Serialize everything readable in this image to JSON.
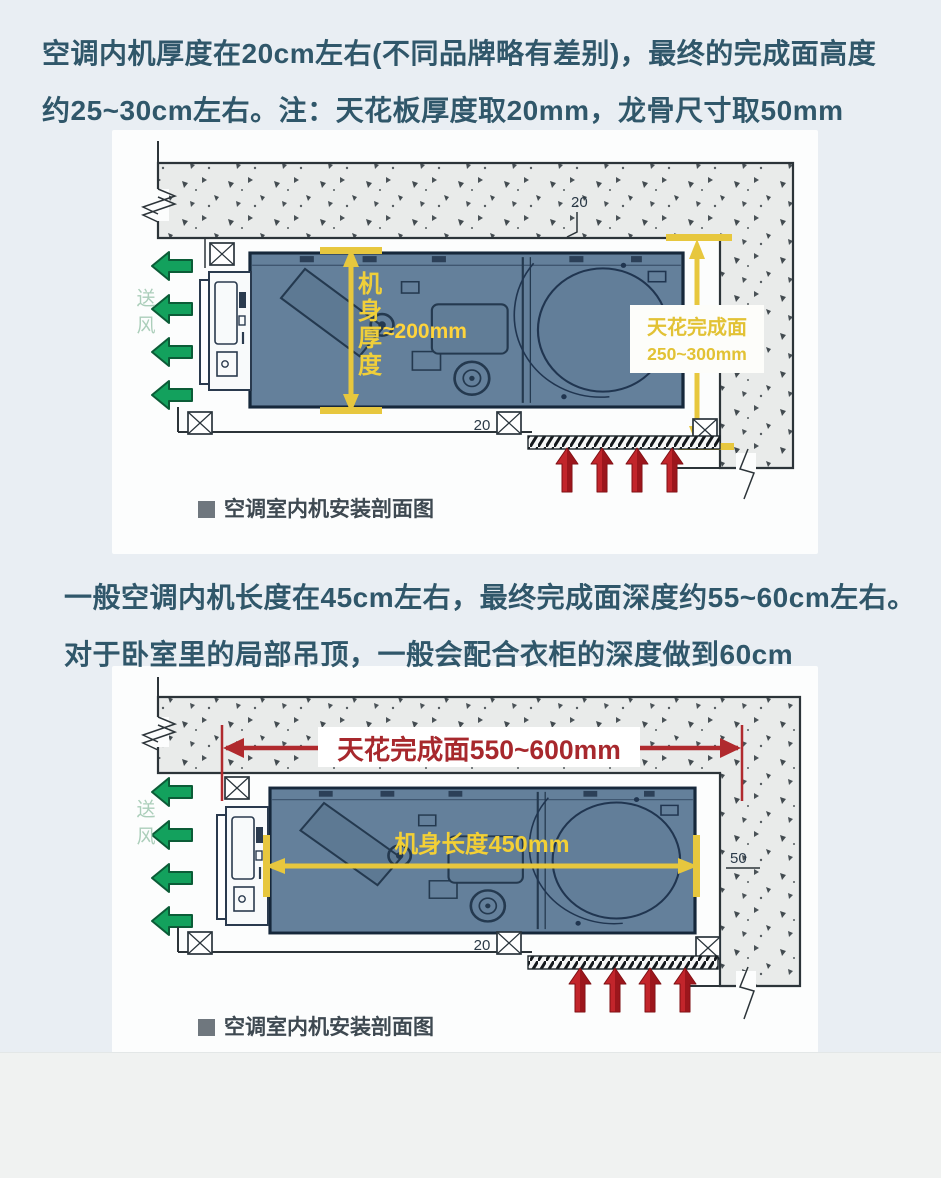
{
  "header": {
    "line1": "空调内机厚度在20cm左右(不同品牌略有差别)，最终的完成面高度",
    "line2": "约25~30cm左右。注：天花板厚度取20mm，龙骨尺寸取50mm"
  },
  "section2": {
    "line1": "一般空调内机长度在45cm左右，最终完成面深度约55~60cm左右。",
    "line2": "对于卧室里的局部吊顶，一般会配合衣柜的深度做到60cm"
  },
  "diagram1": {
    "supply_air": "送风",
    "slab_thickness": "20",
    "body_dim_label": "机身厚度",
    "body_dim_value": "≈200mm",
    "ceiling_box_title": "天花完成面",
    "ceiling_box_range": "250~300mm",
    "keel_thickness": "20",
    "caption": "空调室内机安装剖面图"
  },
  "diagram2": {
    "supply_air": "送风",
    "ceiling_dim": "天花完成面550~600mm",
    "body_dim": "机身长度450mm",
    "keel_size": "50",
    "keel_thickness": "20",
    "caption": "空调室内机安装剖面图"
  },
  "colors": {
    "heading_text": "#30576a",
    "accent_yellow": "#e7c73e",
    "dim_red": "#a7282d",
    "arrow_green": "#13a15d",
    "arrow_red": "#c2252b"
  }
}
